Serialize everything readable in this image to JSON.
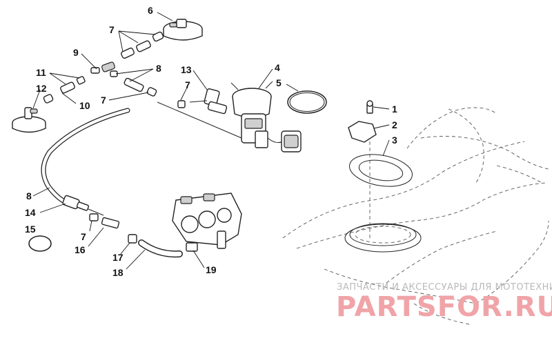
{
  "callouts": {
    "c1": "1",
    "c2": "2",
    "c3": "3",
    "c4": "4",
    "c5": "5",
    "c6": "6",
    "c7a": "7",
    "c7b": "7",
    "c7c": "7",
    "c7d": "7",
    "c8a": "8",
    "c8b": "8",
    "c9": "9",
    "c10": "10",
    "c11": "11",
    "c12": "12",
    "c13": "13",
    "c14": "14",
    "c15": "15",
    "c16": "16",
    "c17": "17",
    "c18": "18",
    "c19": "19"
  },
  "watermark": {
    "tagline": "ЗАПЧАСТИ И АКСЕССУАРЫ ДЛЯ МОТОТЕХНИКИ",
    "brand": "PARTSFOR.RU"
  },
  "colors": {
    "line": "#222222",
    "watermark_brand": "#f0a4a8",
    "watermark_tagline": "#b9b9b9"
  }
}
